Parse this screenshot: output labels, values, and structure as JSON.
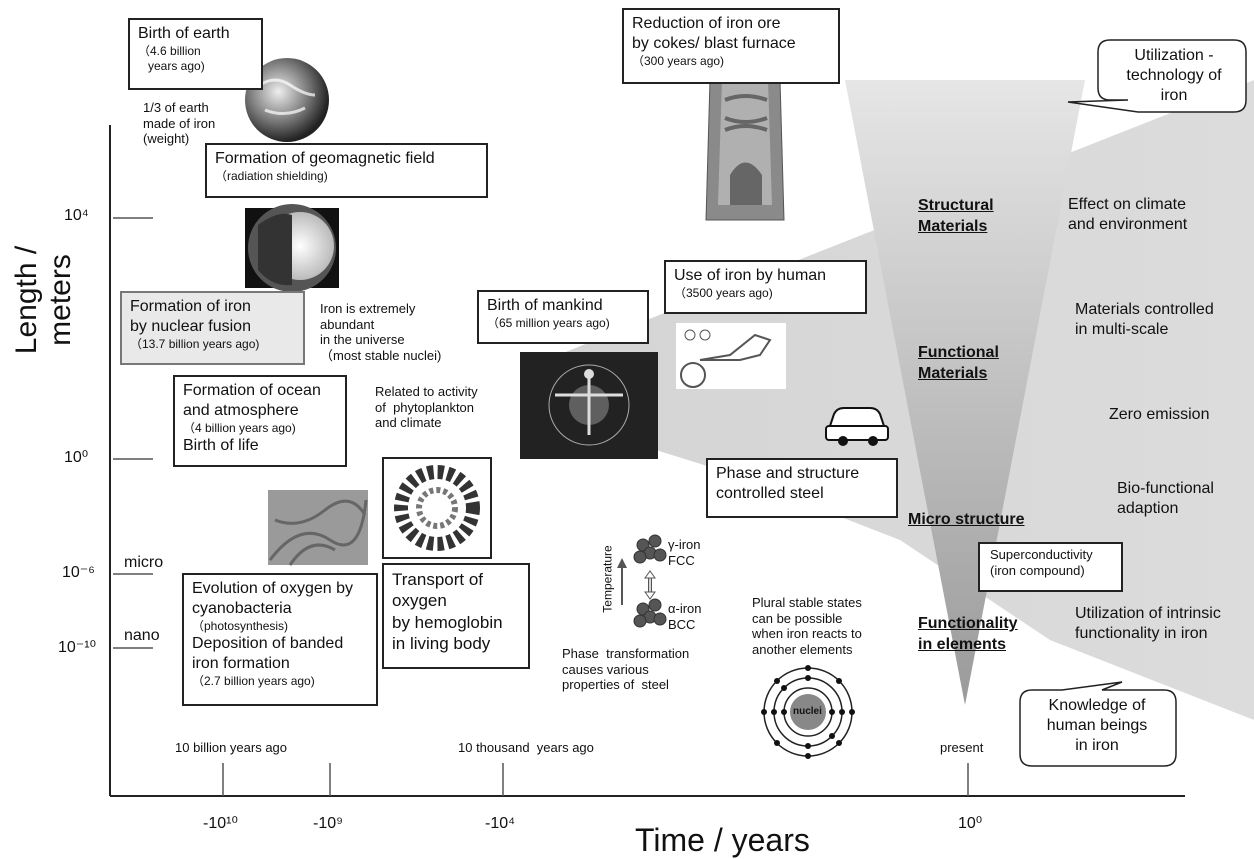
{
  "axes": {
    "y_label": "Length / meters",
    "x_label": "Time / years",
    "y_ticks": [
      "10⁴",
      "10⁰",
      "10⁻⁶",
      "10⁻¹⁰"
    ],
    "y_scale_words": [
      "micro",
      "nano"
    ],
    "x_ticks": [
      "-10¹⁰",
      "-10⁹",
      "-10⁴",
      "10⁰"
    ],
    "x_notes": [
      "10 billion years ago",
      "10 thousand  years ago",
      "present"
    ]
  },
  "boxes": {
    "birth_earth": {
      "title": "Birth of earth",
      "sub": "（4.6 billion\n   years ago)"
    },
    "geomagnetic": {
      "title": "Formation of geomagnetic field",
      "sub": "（radiation shielding)"
    },
    "iron_fusion": {
      "title": "Formation of iron\nby nuclear fusion",
      "sub": "（13.7 billion years ago)"
    },
    "ocean": {
      "title": "Formation of ocean\nand atmosphere",
      "sub": "（4 billion  years ago)",
      "extra": "Birth of life"
    },
    "cyano": {
      "title": "Evolution of oxygen by\ncyanobacteria",
      "sub1": "（photosynthesis)",
      "title2": "Deposition of banded\niron formation",
      "sub2": "（2.7 billion years ago)"
    },
    "hemoglobin": {
      "title": "Transport of\noxygen\nby hemoglobin\nin living body"
    },
    "mankind": {
      "title": "Birth of mankind",
      "sub": "（65 million years ago)"
    },
    "human_iron": {
      "title": "Use of iron by human",
      "sub": "（3500 years ago)"
    },
    "blast": {
      "title": "Reduction of iron ore\nby cokes/ blast furnace",
      "sub": "（300 years ago)"
    },
    "steel": {
      "title": "Phase and structure\ncontrolled steel"
    },
    "supercond": {
      "title": "Superconductivity\n(iron compound)"
    }
  },
  "notes": {
    "earth_iron": "1/3 of earth\nmade of iron\n(weight)",
    "abundant": "Iron is extremely\nabundant\nin the universe\n（most stable nuclei)",
    "phyto": "Related to activity\nof  phytoplankton\nand climate",
    "phase": "Phase  transformation\ncauses various\nproperties of  steel",
    "plural": "Plural stable states\ncan be possible\nwhen iron reacts to\nanother elements",
    "temperature": "Temperature",
    "gamma": "γ-iron\nFCC",
    "alpha": "α-iron\nBCC",
    "nuclei": "nuclei"
  },
  "categories": [
    "Structural\nMaterials",
    "Functional\nMaterials",
    "Micro structure",
    "Functionality\nin elements"
  ],
  "effects": [
    "Effect on climate\nand environment",
    "Materials controlled\nin multi-scale",
    "Zero emission",
    "Bio-functional\nadaption",
    "Utilization of intrinsic\nfunctionality in iron"
  ],
  "bubbles": {
    "top": "Utilization -\ntechnology of\niron",
    "bottom": "Knowledge of\nhuman beings\nin iron"
  },
  "colors": {
    "cone": "#d4d4d4",
    "band": "#c8c8c8",
    "axis": "#222222"
  }
}
